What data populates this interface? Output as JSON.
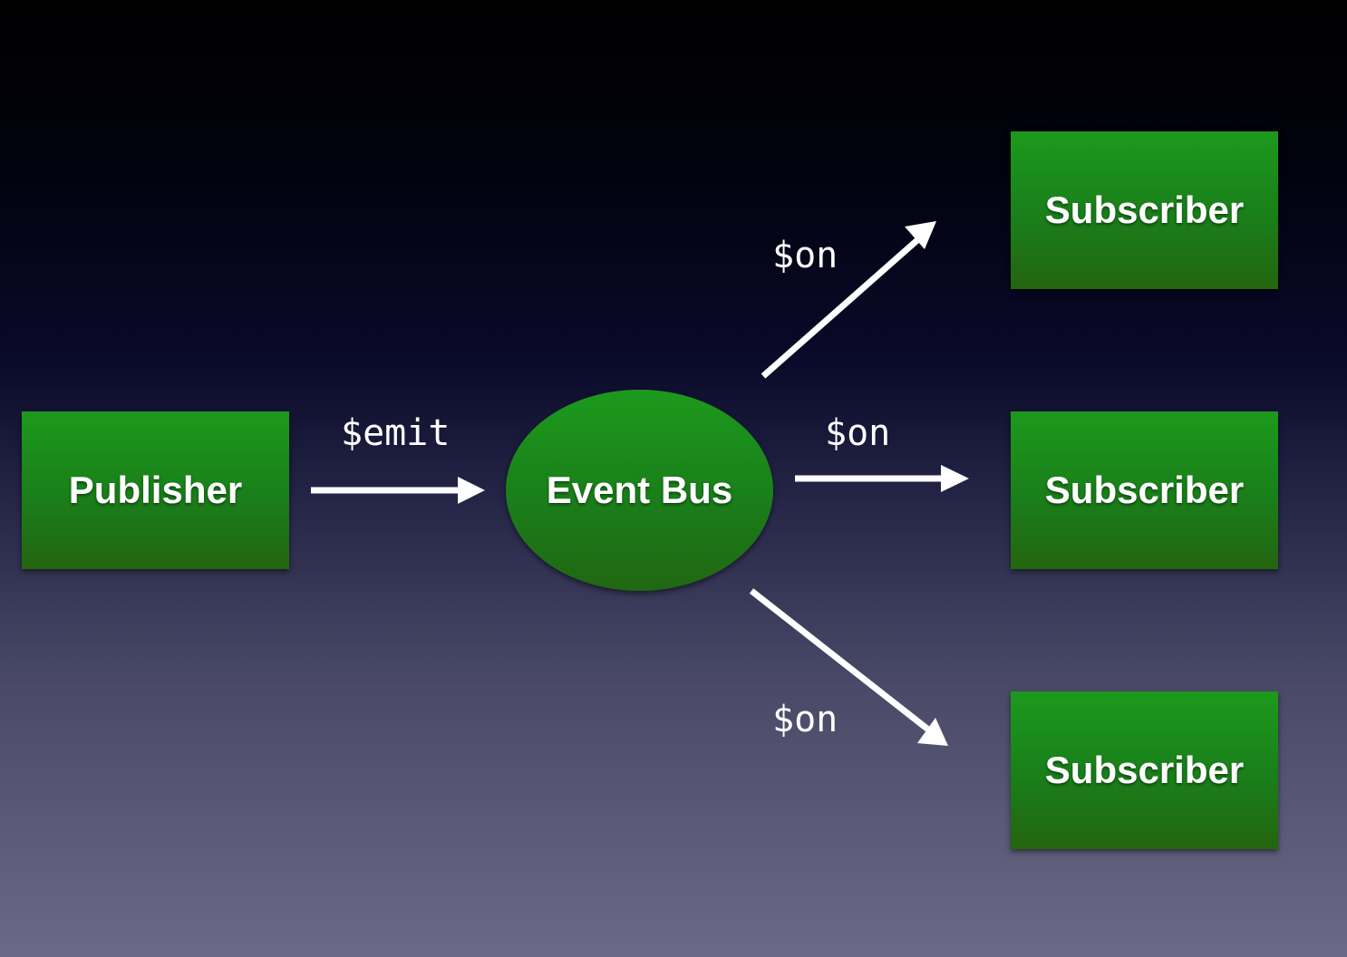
{
  "nodes": {
    "publisher": "Publisher",
    "event_bus": "Event Bus",
    "subscribers": [
      "Subscriber",
      "Subscriber",
      "Subscriber"
    ]
  },
  "edges": {
    "emit": "$emit",
    "on_top": "$on",
    "on_middle": "$on",
    "on_bottom": "$on"
  },
  "colors": {
    "node_fill": "#1a8a1a",
    "arrow": "#ffffff"
  }
}
